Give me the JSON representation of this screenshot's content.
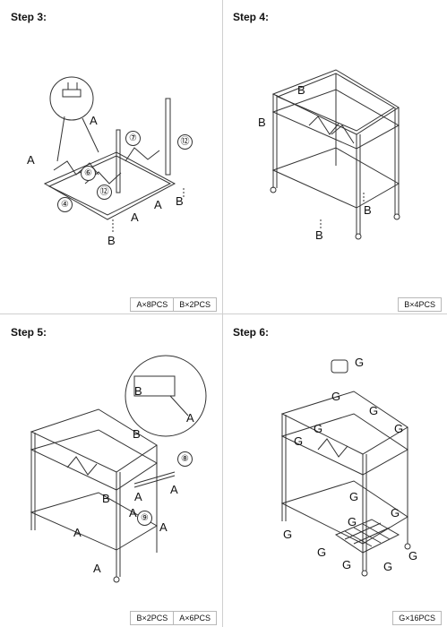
{
  "steps": [
    {
      "title": "Step 3:",
      "counts": [
        "A×8PCS",
        "B×2PCS"
      ],
      "labels": [
        "A",
        "A",
        "A",
        "A",
        "B",
        "B"
      ],
      "numbers": [
        "⑦",
        "⑫",
        "⑥",
        "⑫",
        "④"
      ]
    },
    {
      "title": "Step 4:",
      "counts": [
        "B×4PCS"
      ],
      "labels": [
        "B",
        "B",
        "B",
        "B"
      ]
    },
    {
      "title": "Step 5:",
      "counts": [
        "B×2PCS",
        "A×6PCS"
      ],
      "labels": [
        "B",
        "A",
        "B",
        "A",
        "A",
        "A",
        "A",
        "A",
        "B",
        "A"
      ],
      "numbers": [
        "⑧",
        "⑨"
      ]
    },
    {
      "title": "Step 6:",
      "counts": [
        "G×16PCS"
      ],
      "labels": [
        "G",
        "G",
        "G",
        "G",
        "G",
        "G",
        "G",
        "G",
        "G",
        "G",
        "G",
        "G",
        "G",
        "G"
      ]
    }
  ]
}
